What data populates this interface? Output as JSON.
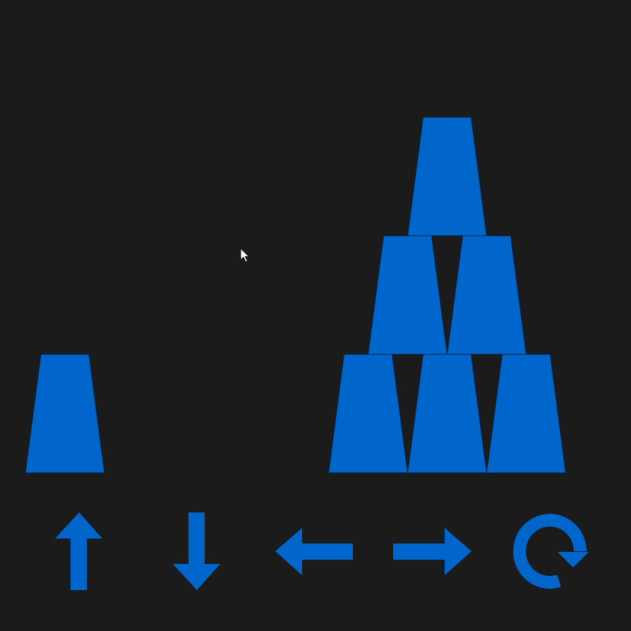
{
  "game": {
    "cup_color": "#0066cc",
    "cup_outline_color": "#0a1f3a",
    "background_color": "#1b1b1b",
    "cursor_color": "#ffffff",
    "loose_cup_count": 1,
    "pyramid_rows": [
      1,
      2,
      3
    ]
  },
  "controls": [
    {
      "name": "move-up-button",
      "icon": "arrow-up-icon"
    },
    {
      "name": "move-down-button",
      "icon": "arrow-down-icon"
    },
    {
      "name": "move-left-button",
      "icon": "arrow-left-icon"
    },
    {
      "name": "move-right-button",
      "icon": "arrow-right-icon"
    },
    {
      "name": "rotate-button",
      "icon": "rotate-clockwise-icon"
    }
  ]
}
